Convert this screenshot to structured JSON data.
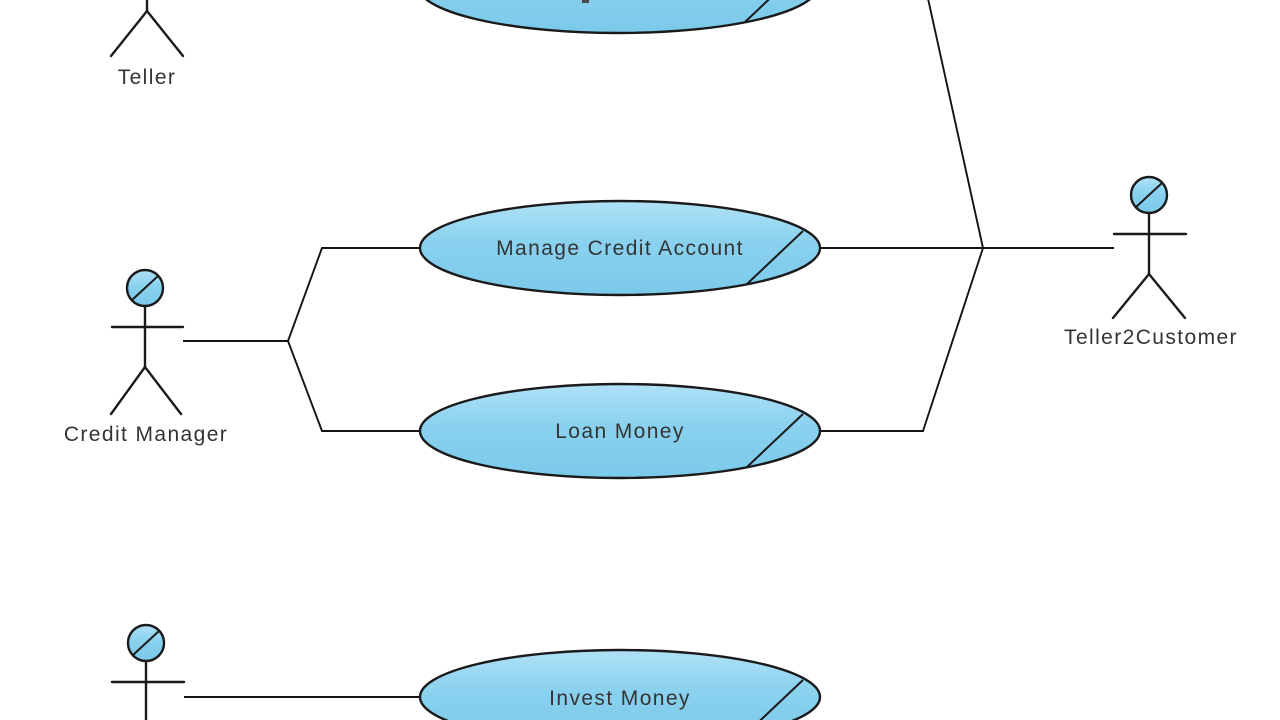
{
  "diagram": {
    "kind": "uml-use-case-diagram",
    "colors": {
      "background": "#ffffff",
      "shape_fill_light": "#b0e1f7",
      "shape_fill_dark": "#7bc9ea",
      "shape_stroke": "#1a1a1a",
      "label_text": "#343434"
    },
    "actors": [
      {
        "id": "teller",
        "label": "Teller"
      },
      {
        "id": "credit-manager",
        "label": "Credit Manager"
      },
      {
        "id": "teller2customer",
        "label": "Teller2Customer"
      },
      {
        "id": "bottom-actor",
        "label": ""
      }
    ],
    "use_cases": [
      {
        "id": "top-use-case",
        "label": ""
      },
      {
        "id": "manage-credit-account",
        "label": "Manage Credit Account"
      },
      {
        "id": "loan-money",
        "label": "Loan Money"
      },
      {
        "id": "invest-money",
        "label": "Invest Money"
      }
    ],
    "associations": [
      {
        "from": "Credit Manager",
        "to": "Manage Credit Account"
      },
      {
        "from": "Credit Manager",
        "to": "Loan Money"
      },
      {
        "from": "Manage Credit Account",
        "to": "Teller2Customer"
      },
      {
        "from": "Loan Money",
        "to": "Teller2Customer"
      },
      {
        "from": "top-use-case",
        "to": "Teller2Customer"
      },
      {
        "from": "bottom-actor",
        "to": "Invest Money"
      }
    ]
  }
}
